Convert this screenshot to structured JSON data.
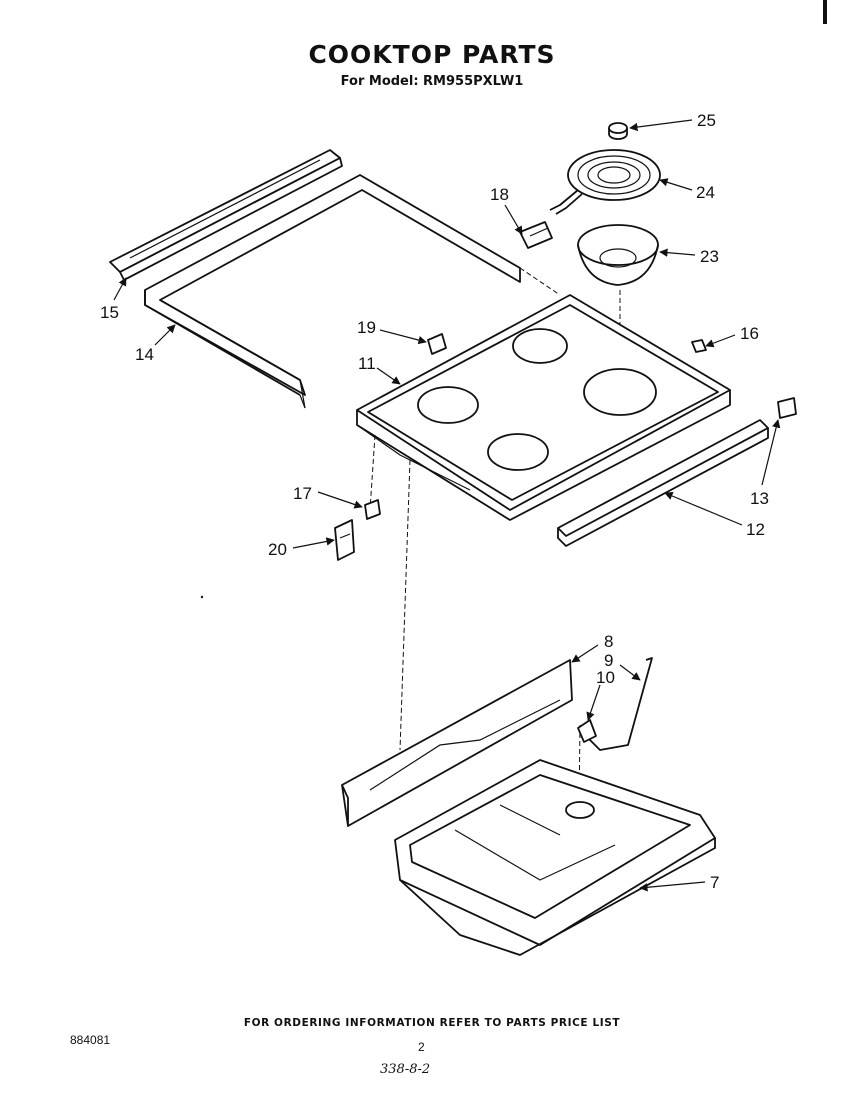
{
  "header": {
    "title": "COOKTOP PARTS",
    "model_line": "For Model: RM955PXLW1"
  },
  "callouts": [
    "25",
    "24",
    "18",
    "23",
    "15",
    "14",
    "19",
    "16",
    "11",
    "13",
    "17",
    "12",
    "20",
    "8",
    "9",
    "10",
    "7"
  ],
  "footer": {
    "ordering_note": "FOR ORDERING INFORMATION REFER TO PARTS PRICE LIST",
    "doc_number": "884081",
    "page_number": "2",
    "handwritten_code": "338-8-2"
  }
}
